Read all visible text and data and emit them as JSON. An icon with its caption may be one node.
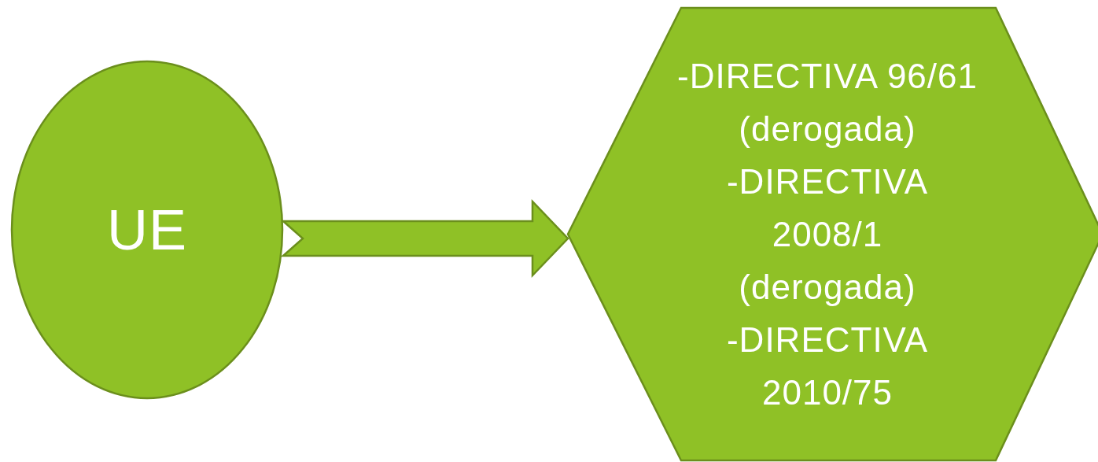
{
  "diagram": {
    "nodes": [
      {
        "text": [
          "UE"
        ]
      },
      {
        "text": [
          "-DIRECTIVA 96/61 (derogada)",
          "-DIRECTIVA 2008/1 (derogada)",
          "-DIRECTIVA 2010/75"
        ]
      }
    ],
    "edges": [
      {
        "from": 0,
        "to": 1,
        "arrow": "to",
        "style": "thick"
      }
    ]
  }
}
